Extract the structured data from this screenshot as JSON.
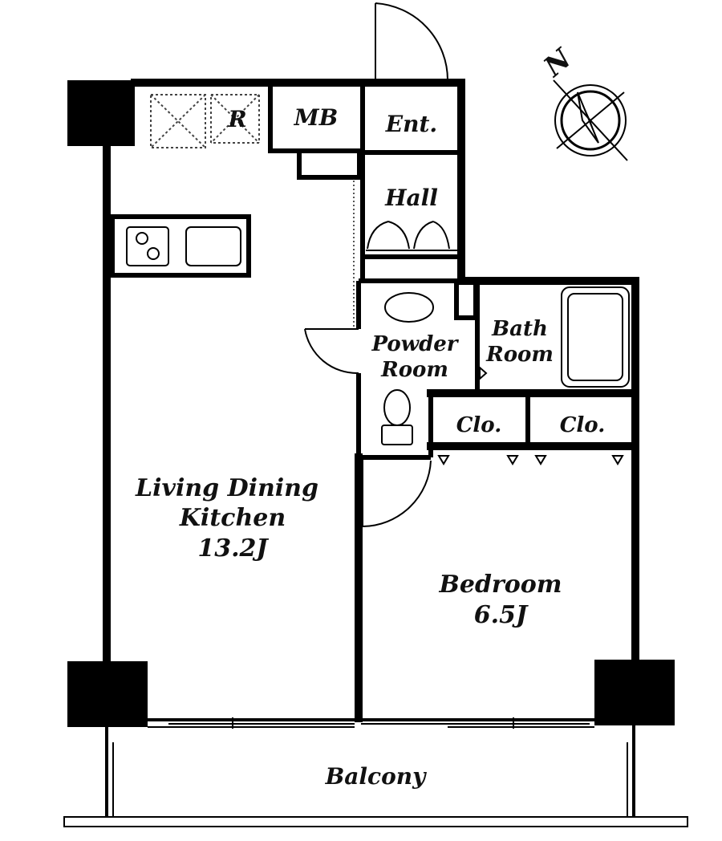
{
  "rooms": {
    "refrigerator": "R",
    "meter_box": "MB",
    "entrance": "Ent.",
    "hall": "Hall",
    "powder_room": {
      "line1": "Powder",
      "line2": "Room"
    },
    "bath_room": {
      "line1": "Bath",
      "line2": "Room"
    },
    "closet_left": "Clo.",
    "closet_right": "Clo.",
    "ldk": {
      "line1": "Living Dining",
      "line2": "Kitchen",
      "line3": "13.2J"
    },
    "bedroom": {
      "line1": "Bedroom",
      "line2": "6.5J"
    },
    "balcony": "Balcony"
  },
  "compass": {
    "north_label": "N"
  }
}
